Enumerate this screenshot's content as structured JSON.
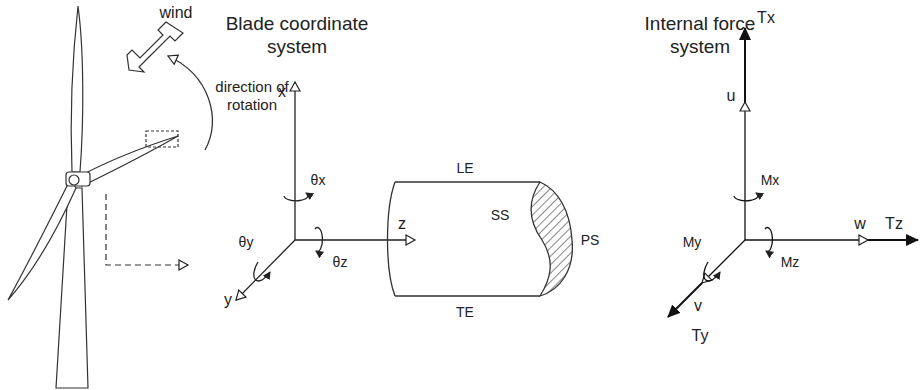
{
  "diagram": {
    "labels": [
      "wind",
      "direction of rotation",
      "Blade coordinate system",
      "Internal force system",
      "x",
      "θx",
      "θy",
      "y",
      "θz",
      "z",
      "LE",
      "SS",
      "PS",
      "TE",
      "Tx",
      "u",
      "Mx",
      "My",
      "Mz",
      "w",
      "Tz",
      "v",
      "Ty"
    ]
  }
}
